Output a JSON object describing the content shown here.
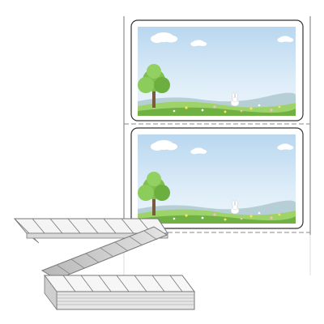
{
  "product": {
    "kind": "fanfold-label-stock",
    "design": "spring-meadow-scene",
    "labels_shown": 2,
    "colors": {
      "sky_top": "#b9d7ef",
      "sky_bottom": "#eef6fc",
      "grass": "#9ed36a",
      "grass_dark": "#6fb142",
      "tree_canopy": "#7fbf4e",
      "tree_trunk": "#7a5a3a",
      "border": "#555555",
      "stack_outline": "#777777"
    },
    "icons": [
      "cloud-icon",
      "tree-icon",
      "bunny-icon",
      "flower-icon"
    ]
  }
}
